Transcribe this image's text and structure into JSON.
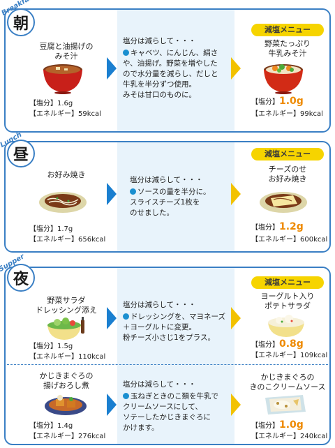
{
  "breakfast": {
    "label_en": "Breakfast",
    "label_jp": "朝",
    "before": {
      "name": "豆腐と油揚げの\nみそ汁",
      "salt": "【塩分】1.6g",
      "energy": "【エネルギー】59kcal",
      "image_icon": "miso-soup-icon"
    },
    "tip": {
      "head": "塩分は減らして・・・",
      "body": "キャベツ、にんじん、絹さや、油揚げ。野菜を増やしたので水分量を減らし、だしと牛乳を半分ずつ使用。\nみそは甘口のものに。"
    },
    "after": {
      "badge": "減塩メニュー",
      "name": "野菜たっぷり\n牛乳みそ汁",
      "salt_label": "【塩分】",
      "salt_value": "1.0g",
      "energy": "【エネルギー】99kcal",
      "image_icon": "vegetable-miso-soup-icon"
    }
  },
  "lunch": {
    "label_en": "Lunch",
    "label_jp": "昼",
    "before": {
      "name": "お好み焼き",
      "salt": "【塩分】1.7g",
      "energy": "【エネルギー】656kcal",
      "image_icon": "okonomiyaki-icon"
    },
    "tip": {
      "head": "塩分は減らして・・・",
      "body": "ソースの量を半分に。\nスライスチーズ1枚を\nのせました。"
    },
    "after": {
      "badge": "減塩メニュー",
      "name": "チーズのせ\nお好み焼き",
      "salt_label": "【塩分】",
      "salt_value": "1.2g",
      "energy": "【エネルギー】600kcal",
      "image_icon": "cheese-okonomiyaki-icon"
    }
  },
  "supper": {
    "label_en": "Supper",
    "label_jp": "夜",
    "items": [
      {
        "before": {
          "name": "野菜サラダ\nドレッシング添え",
          "salt": "【塩分】1.5g",
          "energy": "【エネルギー】110kcal",
          "image_icon": "salad-icon"
        },
        "tip": {
          "head": "塩分は減らして・・・",
          "body": "ドレッシングを、マヨネーズ\n＋ヨーグルトに変更。\n粉チーズ小さじ1をプラス。"
        },
        "after": {
          "badge": "減塩メニュー",
          "name": "ヨーグルト入り\nポテトサラダ",
          "salt_label": "【塩分】",
          "salt_value": "0.8g",
          "energy": "【エネルギー】109kcal",
          "image_icon": "potato-salad-icon"
        }
      },
      {
        "before": {
          "name": "かじきまぐろの\n揚げおろし煮",
          "salt": "【塩分】1.4g",
          "energy": "【エネルギー】276kcal",
          "image_icon": "fried-fish-icon"
        },
        "tip": {
          "head": "塩分は減らして・・・",
          "body": "玉ねぎときのこ類を牛乳で\nクリームソースにして、\nソテーしたかじきまぐろに\nかけます。"
        },
        "after": {
          "name": "かじきまぐろの\nきのこクリームソース",
          "salt_label": "【塩分】",
          "salt_value": "1.0g",
          "energy": "【エネルギー】240kcal",
          "image_icon": "fish-cream-sauce-icon"
        }
      }
    ]
  },
  "colors": {
    "border_blue": "#3a7fc4",
    "tip_bg": "#e8f3fb",
    "arrow_blue": "#1a7fd0",
    "arrow_yellow": "#f2c200",
    "badge_yellow": "#f6d400",
    "salt_orange": "#ee8a00"
  }
}
